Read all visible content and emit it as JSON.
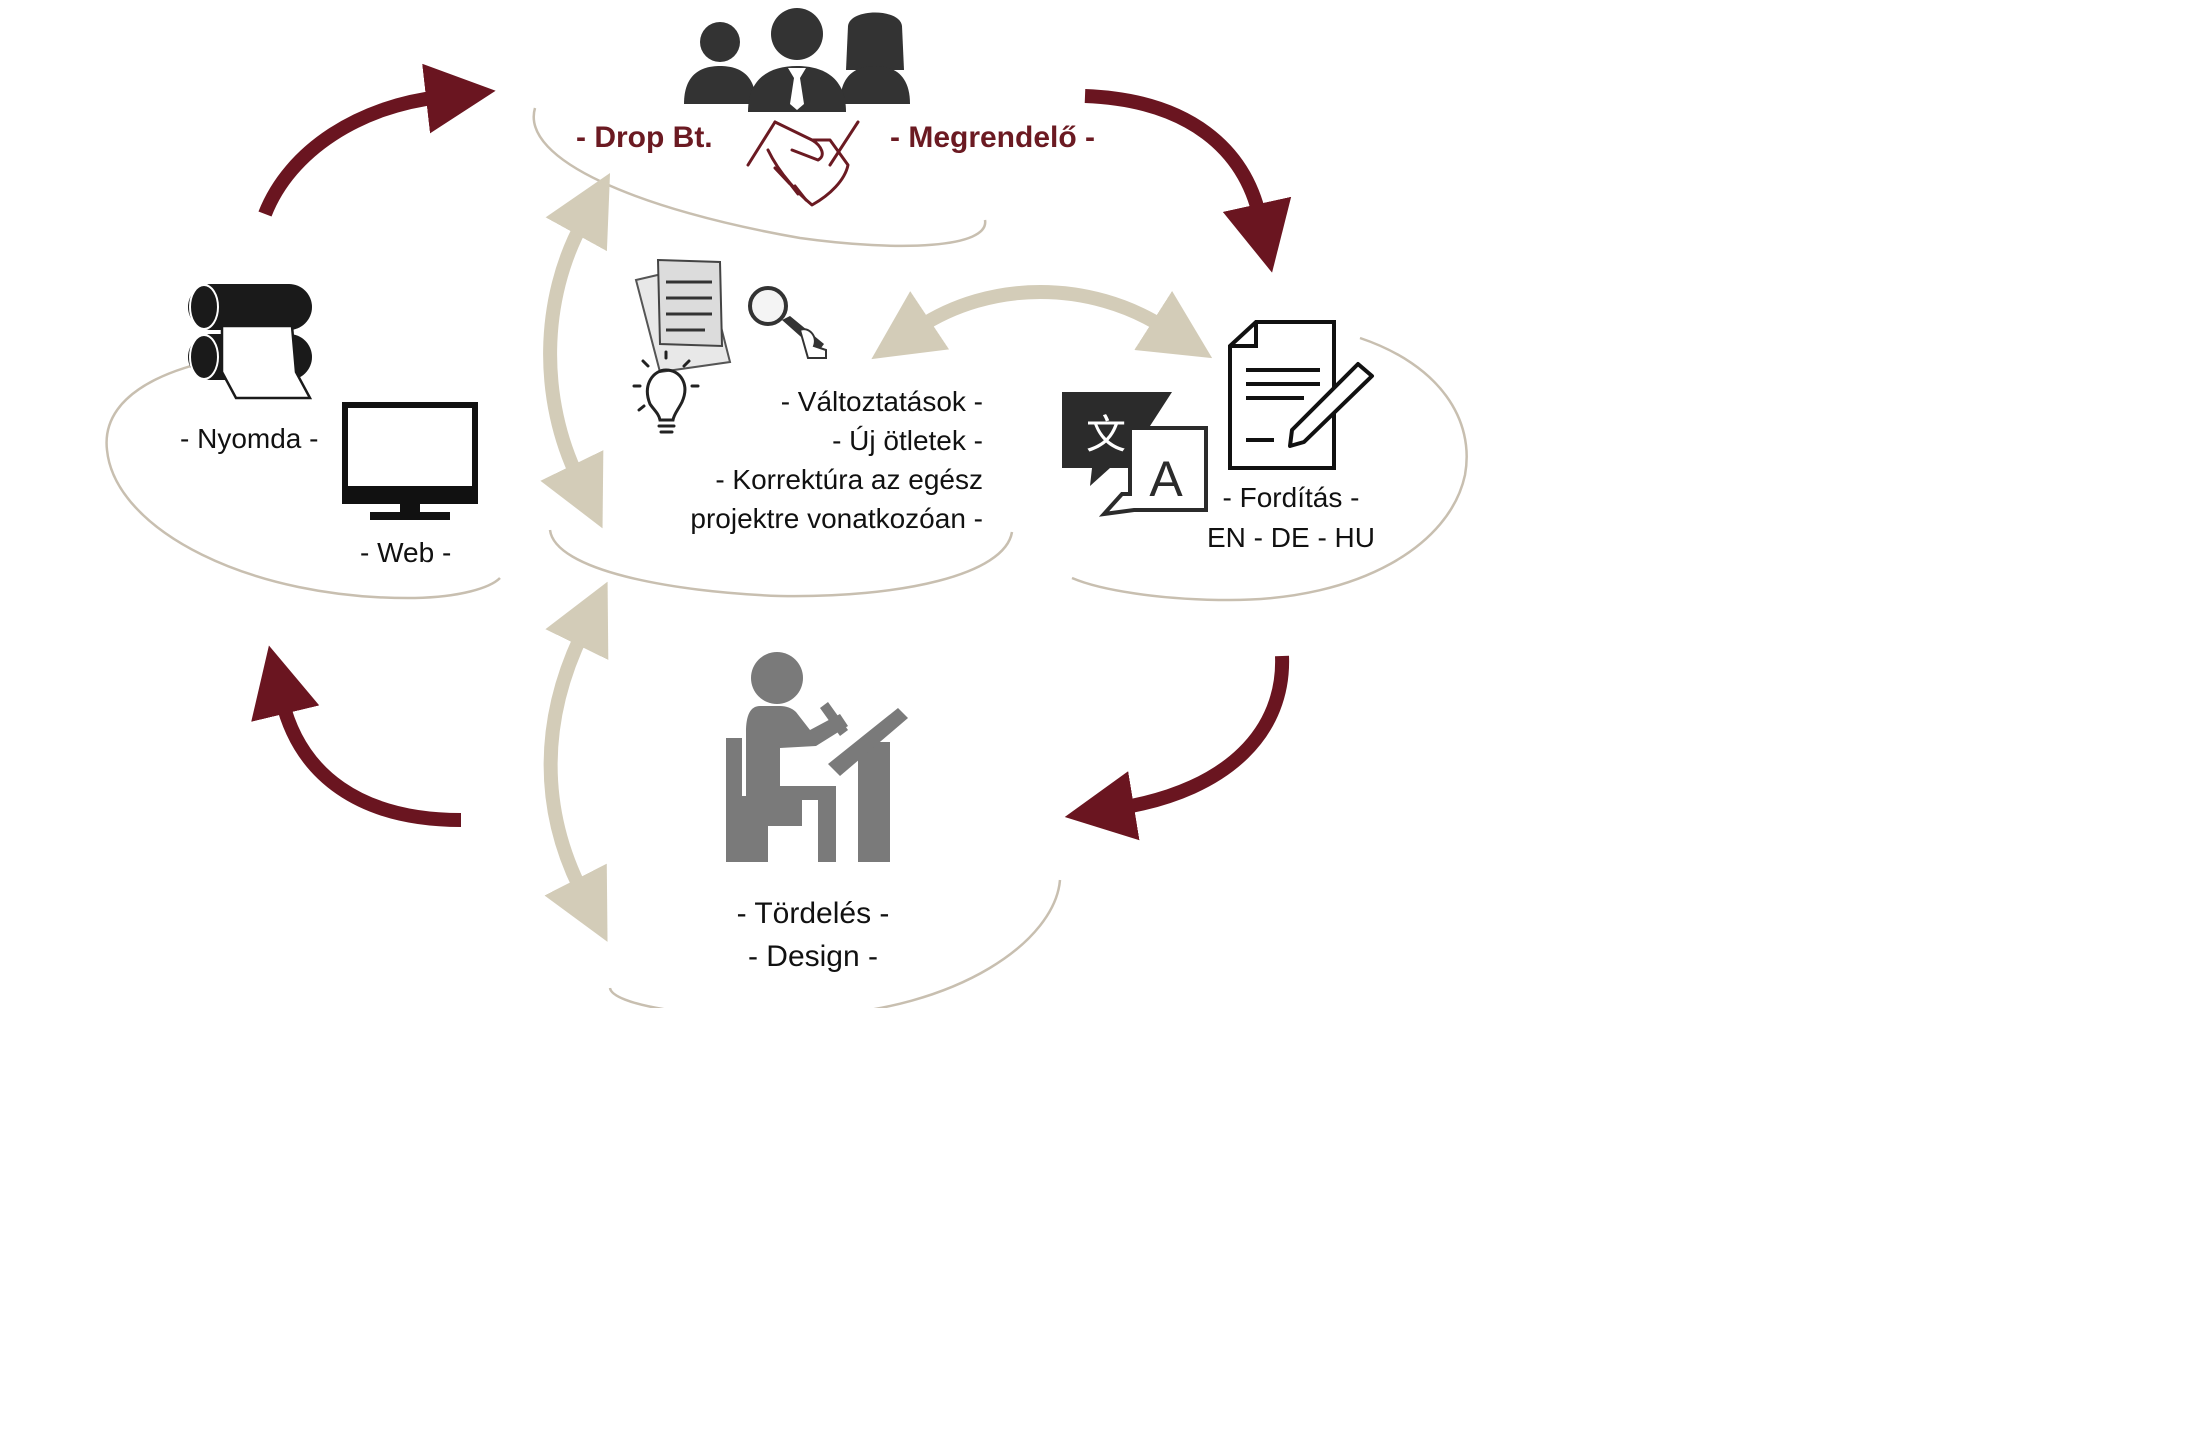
{
  "colors": {
    "dark_arrow": "#6a1520",
    "light_arrow": "#d3ccb8",
    "ellipse": "#c8bfb0",
    "brand_text": "#6b1a22",
    "icon_dark": "#333333",
    "icon_gray": "#7a7a7a"
  },
  "top": {
    "left_label": "- Drop Bt.",
    "right_label": "- Megrendelő -"
  },
  "left": {
    "print_label": "- Nyomda -",
    "web_label": "- Web -"
  },
  "center": {
    "lines": [
      "- Változtatások -",
      "- Új ötletek -",
      "- Korrektúra az egész",
      "projektre vonatkozóan -"
    ]
  },
  "right": {
    "line1": "- Fordítás -",
    "line2": "EN - DE - HU",
    "glyph_zh": "文",
    "glyph_a": "A"
  },
  "bottom": {
    "line1": "- Tördelés -",
    "line2": "- Design -"
  },
  "icons": {
    "people": "people-group-icon",
    "handshake": "handshake-icon",
    "documents": "documents-magnifier-icon",
    "bulb": "lightbulb-icon",
    "printer": "printer-rollers-icon",
    "monitor": "monitor-icon",
    "translate": "translate-icon",
    "doc_pen": "document-pen-icon",
    "designer": "designer-at-desk-icon"
  }
}
